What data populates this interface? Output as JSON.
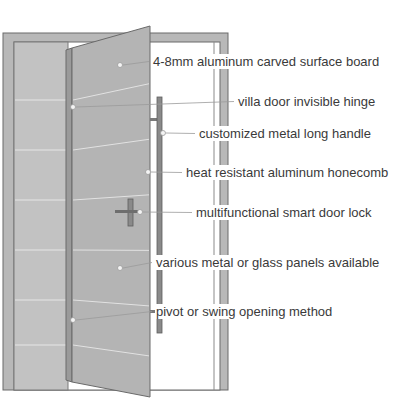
{
  "diagram": {
    "labels": [
      "4-8mm aluminum carved surface board",
      "villa door invisible hinge",
      "customized metal long handle",
      "heat resistant aluminum honecomb",
      "multifunctional smart door lock",
      "various metal or glass panels available",
      "pivot or swing opening method"
    ]
  }
}
